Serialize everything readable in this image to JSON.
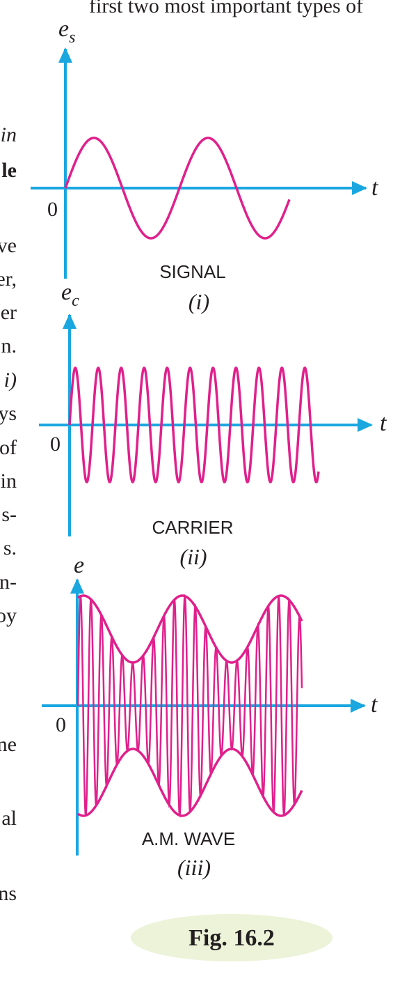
{
  "header_fragment": "first two most important types of",
  "left_margin_fragments": [
    "in",
    "le",
    "ve",
    "er,",
    "er",
    "n.",
    "i)",
    "ys",
    "of",
    "in",
    "s-",
    "s.",
    "n-",
    "oy",
    "ne",
    "al",
    "ns"
  ],
  "colors": {
    "axis": "#1aa7e0",
    "wave": "#e0208c",
    "text": "#231f20",
    "emphasis": "#e0208c",
    "caption_bg": "#edf3d9"
  },
  "panels": [
    {
      "y_axis_label": "e",
      "y_axis_sub": "s",
      "x_axis_label": "t",
      "origin_label": "0",
      "name": "SIGNAL",
      "numeral": "(i)"
    },
    {
      "y_axis_label": "e",
      "y_axis_sub": "c",
      "x_axis_label": "t",
      "origin_label": "0",
      "name": "CARRIER",
      "numeral": "(ii)"
    },
    {
      "y_axis_label": "e",
      "y_axis_sub": "",
      "x_axis_label": "t",
      "origin_label": "0",
      "name": "A.M. WAVE",
      "numeral": "(iii)"
    }
  ],
  "caption": "Fig. 16.2"
}
